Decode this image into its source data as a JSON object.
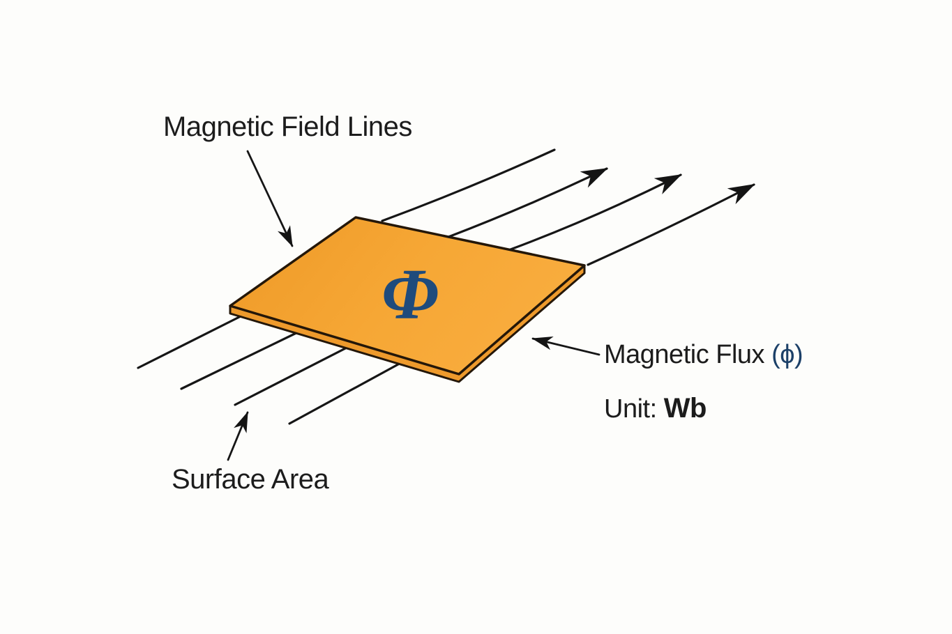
{
  "page": {
    "description": "Physics diagram of magnetic flux through a tilted surface",
    "background": "#FDFDFB"
  },
  "labels": {
    "field_lines": "Magnetic Field Lines",
    "flux_text": "Magnetic Flux ",
    "flux_symbol": "(ϕ)",
    "unit_prefix": "Unit: ",
    "unit_value": "Wb",
    "surface_area": "Surface Area",
    "phi": "Φ"
  },
  "colors": {
    "background": "#FDFDFB",
    "text": "#1C1C1C",
    "flux_symbol_blue": "#1C4068",
    "phi_blue": "#1F4B7C",
    "plate_gradient_left": "#EF9B29",
    "plate_gradient_mid": "#F6A735",
    "plate_gradient_right": "#F9AD3F",
    "plate_side": "#EE9A2C",
    "plate_outline": "#241709",
    "line_black": "#161616"
  }
}
